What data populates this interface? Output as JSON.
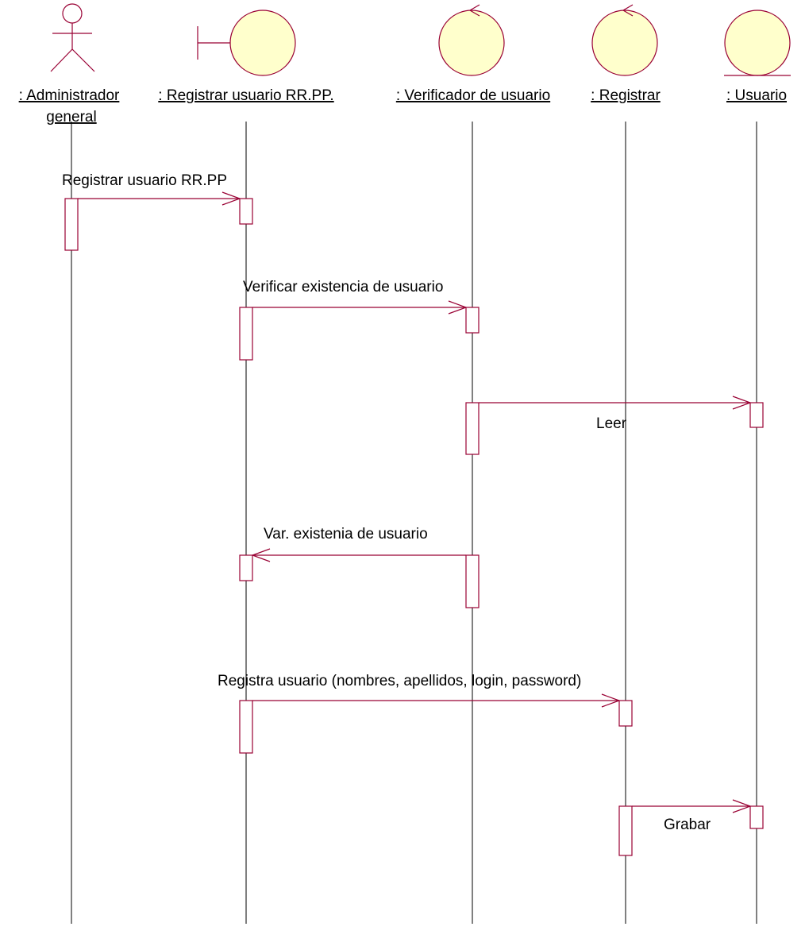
{
  "objects": {
    "admin": {
      "line1": ": Administrador",
      "line2": "general",
      "icon": "actor-icon"
    },
    "boundary": {
      "label": ": Registrar usuario RR.PP.",
      "icon": "boundary-icon"
    },
    "verificador": {
      "label": ": Verificador de usuario",
      "icon": "control-icon"
    },
    "registrar": {
      "label": ": Registrar",
      "icon": "control-icon"
    },
    "usuario": {
      "label": ": Usuario",
      "icon": "entity-icon"
    }
  },
  "messages": {
    "m1": "Registrar usuario RR.PP",
    "m2": "Verificar existencia de usuario",
    "m3": "Leer",
    "m4": "Var. existenia de usuario",
    "m5": "Registra usuario (nombres, apellidos, login, password)",
    "m6": "Grabar"
  },
  "colors": {
    "element_stroke": "#990033",
    "icon_fill": "#ffffcc",
    "lifeline": "#000000"
  }
}
